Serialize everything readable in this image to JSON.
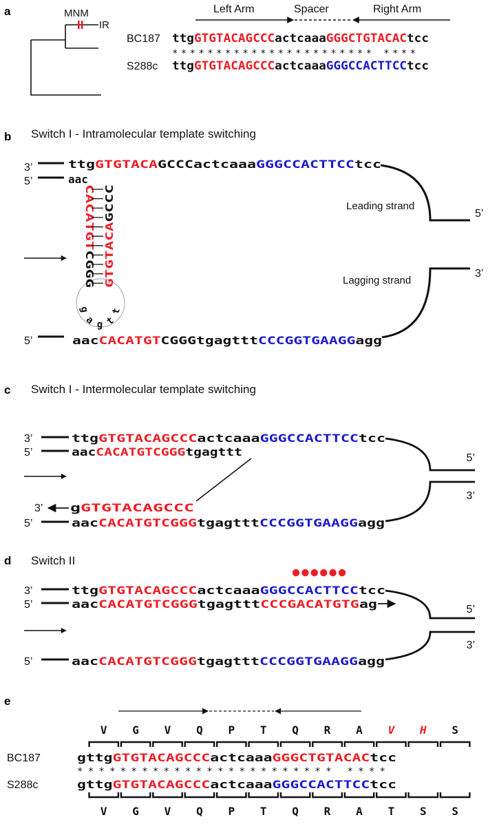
{
  "colors": {
    "red": "#ee1c24",
    "blue": "#1a1acc",
    "black": "#111111"
  },
  "panel_a": {
    "label": "a",
    "mnm": "MNM",
    "ir": "IR",
    "left_arm": "Left Arm",
    "spacer": "Spacer",
    "right_arm": "Right Arm",
    "strain1": "BC187",
    "strain2": "S288c",
    "seq1": [
      [
        "ttg",
        "k"
      ],
      [
        "GTGTACAGCCC",
        "r"
      ],
      [
        "actcaaa",
        "k"
      ],
      [
        "GGGCTGTACAC",
        "r"
      ],
      [
        "tcc",
        "k"
      ]
    ],
    "stars": "*********************** ****",
    "seq2": [
      [
        "ttg",
        "k"
      ],
      [
        "GTGTACAGCCC",
        "r"
      ],
      [
        "actcaaa",
        "k"
      ],
      [
        "GGGCCACTTCC",
        "b"
      ],
      [
        "tcc",
        "k"
      ]
    ]
  },
  "panel_b": {
    "label": "b",
    "title": "Switch I - Intramolecular template switching",
    "end3_top": "3’",
    "end5_top": "5’",
    "top_seq": [
      [
        "ttg",
        "k"
      ],
      [
        "GTGTACA",
        "r"
      ],
      [
        "GCCCactcaaa",
        "k"
      ],
      [
        "GGGCCACTTCC",
        "b"
      ],
      [
        "tcc",
        "k"
      ]
    ],
    "aac": "aac",
    "stem_left": [
      [
        "CACATGT",
        "r"
      ],
      [
        "CGGG",
        "k"
      ]
    ],
    "stem_right": [
      [
        "GTGTACA",
        "r"
      ],
      [
        "GCCC",
        "k"
      ]
    ],
    "loop": "gagtt",
    "leading": "Leading strand",
    "lagging": "Lagging strand",
    "fork5": "5’",
    "fork3": "3’",
    "end5_bottom": "5’",
    "bottom_seq": [
      [
        "aac",
        "k"
      ],
      [
        "CACATGT",
        "r"
      ],
      [
        "CGGGtgagttt",
        "k"
      ],
      [
        "CCCGGTGAAGG",
        "b"
      ],
      [
        "agg",
        "k"
      ]
    ]
  },
  "panel_c": {
    "label": "c",
    "title": "Switch I - Intermolecular template switching",
    "end3_top": "3’",
    "end5_mid": "5’",
    "top_seq": [
      [
        "ttg",
        "k"
      ],
      [
        "GTGTACAGCCC",
        "r"
      ],
      [
        "actcaaa",
        "k"
      ],
      [
        "GGGCCACTTCC",
        "b"
      ],
      [
        "tcc",
        "k"
      ]
    ],
    "mid_seq": [
      [
        "aac",
        "k"
      ],
      [
        "CACATGTCGGG",
        "r"
      ],
      [
        "tgagttt",
        "k"
      ]
    ],
    "nascent_3": "3’",
    "nascent_seq": [
      [
        "g",
        "k"
      ],
      [
        "GTGTACAGCCC",
        "r"
      ]
    ],
    "end5_bottom": "5’",
    "bottom_seq": [
      [
        "aac",
        "k"
      ],
      [
        "CACATGTCGGG",
        "r"
      ],
      [
        "tgagttt",
        "k"
      ],
      [
        "CCCGGTGAAGG",
        "b"
      ],
      [
        "agg",
        "k"
      ]
    ],
    "fork5": "5’",
    "fork3": "3’"
  },
  "panel_d": {
    "label": "d",
    "title": "Switch II",
    "end3_top": "3’",
    "end5_mid": "5’",
    "top_seq": [
      [
        "ttg",
        "k"
      ],
      [
        "GTGTACAGCCC",
        "r"
      ],
      [
        "actcaaa",
        "k"
      ],
      [
        "GGGCCACTTCC",
        "b"
      ],
      [
        "tcc",
        "k"
      ]
    ],
    "mid_seq": [
      [
        "aac",
        "k"
      ],
      [
        "CACATGTCGGG",
        "r"
      ],
      [
        "tgagttt",
        "k"
      ],
      [
        "CCCGACATGTG",
        "r"
      ],
      [
        "ag",
        "k"
      ]
    ],
    "end5_bottom": "5’",
    "bottom_seq": [
      [
        "aac",
        "k"
      ],
      [
        "CACATGTCGGG",
        "r"
      ],
      [
        "tgagttt",
        "k"
      ],
      [
        "CCCGGTGAAGG",
        "b"
      ],
      [
        "agg",
        "k"
      ]
    ],
    "fork5": "5’",
    "fork3": "3’",
    "dot_count": 6
  },
  "panel_e": {
    "label": "e",
    "aa_top": [
      [
        "V",
        "k"
      ],
      [
        "G",
        "k"
      ],
      [
        "V",
        "k"
      ],
      [
        "Q",
        "k"
      ],
      [
        "P",
        "k"
      ],
      [
        "T",
        "k"
      ],
      [
        "Q",
        "k"
      ],
      [
        "R",
        "k"
      ],
      [
        "A",
        "k"
      ],
      [
        "V",
        "ri"
      ],
      [
        "H",
        "ri"
      ],
      [
        "S",
        "k"
      ]
    ],
    "strain1": "BC187",
    "strain2": "S288c",
    "seq1": [
      [
        "gttg",
        "k"
      ],
      [
        "GTGTACAGCCC",
        "r"
      ],
      [
        "actcaaa",
        "k"
      ],
      [
        "GGGCTGTACAC",
        "r"
      ],
      [
        "tcc",
        "k"
      ]
    ],
    "stars": "************************ ****",
    "seq2": [
      [
        "gttg",
        "k"
      ],
      [
        "GTGTACAGCCC",
        "r"
      ],
      [
        "actcaaa",
        "k"
      ],
      [
        "GGGCCACTTCC",
        "b"
      ],
      [
        "tcc",
        "k"
      ]
    ],
    "aa_bottom": [
      [
        "V",
        "k"
      ],
      [
        "G",
        "k"
      ],
      [
        "V",
        "k"
      ],
      [
        "Q",
        "k"
      ],
      [
        "P",
        "k"
      ],
      [
        "T",
        "k"
      ],
      [
        "Q",
        "k"
      ],
      [
        "R",
        "k"
      ],
      [
        "A",
        "k"
      ],
      [
        "T",
        "k"
      ],
      [
        "S",
        "k"
      ],
      [
        "S",
        "k"
      ]
    ]
  }
}
